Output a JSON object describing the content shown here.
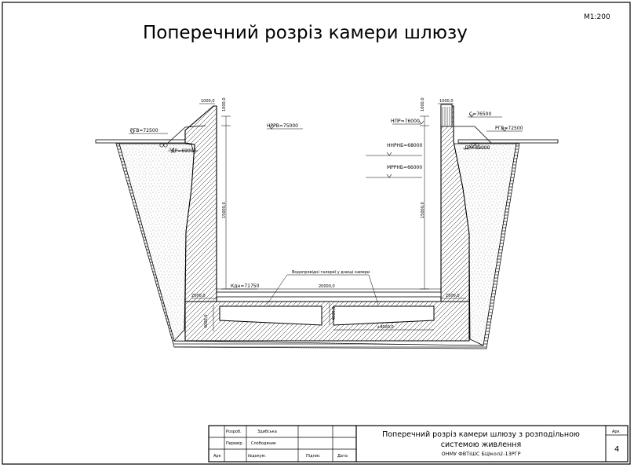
{
  "drawing": {
    "title": "Поперечний розріз камери шлюзу",
    "scale": "М1:200"
  },
  "labels": {
    "rgv_left": "РГВ=72500",
    "dr_left": "ДР=69000",
    "nrrv": "НРРВ=75000",
    "npr": "НПР=76000",
    "nnrnb": "ННРНБ=68000",
    "mrrnb": "МРРНБ=66000",
    "c_top": "С=76500",
    "rgv_right": "РГВ=72500",
    "dr_right": "ДР=69000",
    "kdn": "Кдн=71750",
    "gallery_note": "Водопровідні галереї у днищі камери",
    "dim_1000_left": "1000,0",
    "dim_1000_left_v": "1000,0",
    "dim_1000_right": "1000,0",
    "dim_1000_right_v": "1000,0",
    "dim_15000_left": "15000,0",
    "dim_15000_right": "15000,0",
    "dim_20000": "20000,0",
    "dim_2500_left": "2500,0",
    "dim_2500_right": "2500,0",
    "dim_4000_left": "4000,0",
    "dim_4000_mid": "4000,0",
    "dim_4000_bottom": "+4000,0"
  },
  "stamp": {
    "row1_label": "Розроб.",
    "row1_name": "Здибська",
    "row2_label": "Перевір.",
    "row2_name": "Слободяник",
    "row3_col1": "Арк",
    "row3_col2": "№докум.",
    "row3_col3": "Підпис",
    "row3_col4": "Дата",
    "title_line1": "Поперечний розріз камери шлюзу з розподільною",
    "title_line2": "системою живлення",
    "org_code": "ОНМУ ФВТіШС БЦІкол2-13РГР",
    "sheet_label": "Арк",
    "sheet_number": "4"
  }
}
